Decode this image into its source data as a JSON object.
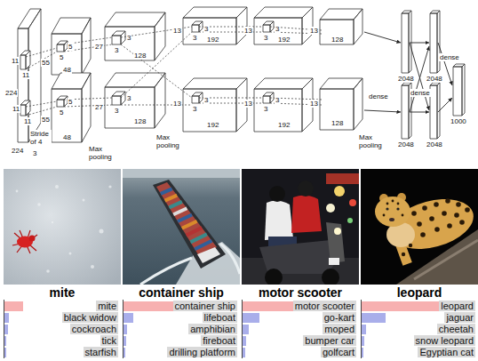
{
  "diagram": {
    "labels": [
      "11",
      "11",
      "224",
      "11",
      "11",
      "224",
      "Stride of 4",
      "3",
      "5",
      "5",
      "55",
      "48",
      "5",
      "5",
      "55",
      "48",
      "Max pooling",
      "3",
      "3",
      "27",
      "128",
      "3",
      "3",
      "27",
      "128",
      "Max pooling",
      "3",
      "3",
      "13",
      "192",
      "3",
      "3",
      "13",
      "192",
      "3",
      "3",
      "13",
      "192",
      "3",
      "3",
      "13",
      "192",
      "13",
      "128",
      "13",
      "128",
      "Max pooling",
      "dense",
      "2048",
      "2048",
      "dense",
      "dense",
      "2048",
      "2048",
      "1000",
      "mite",
      "mite",
      "black widow",
      "cockroach",
      "tick",
      "starfish",
      "container ship",
      "container ship",
      "lifeboat",
      "amphibian",
      "fireboat",
      "drilling platform",
      "motor scooter",
      "motor scooter",
      "go-kart",
      "moped",
      "bumper car",
      "golfcart",
      "leopard",
      "leopard",
      "jaguar",
      "cheetah",
      "snow leopard",
      "Egyptian cat"
    ]
  }
}
